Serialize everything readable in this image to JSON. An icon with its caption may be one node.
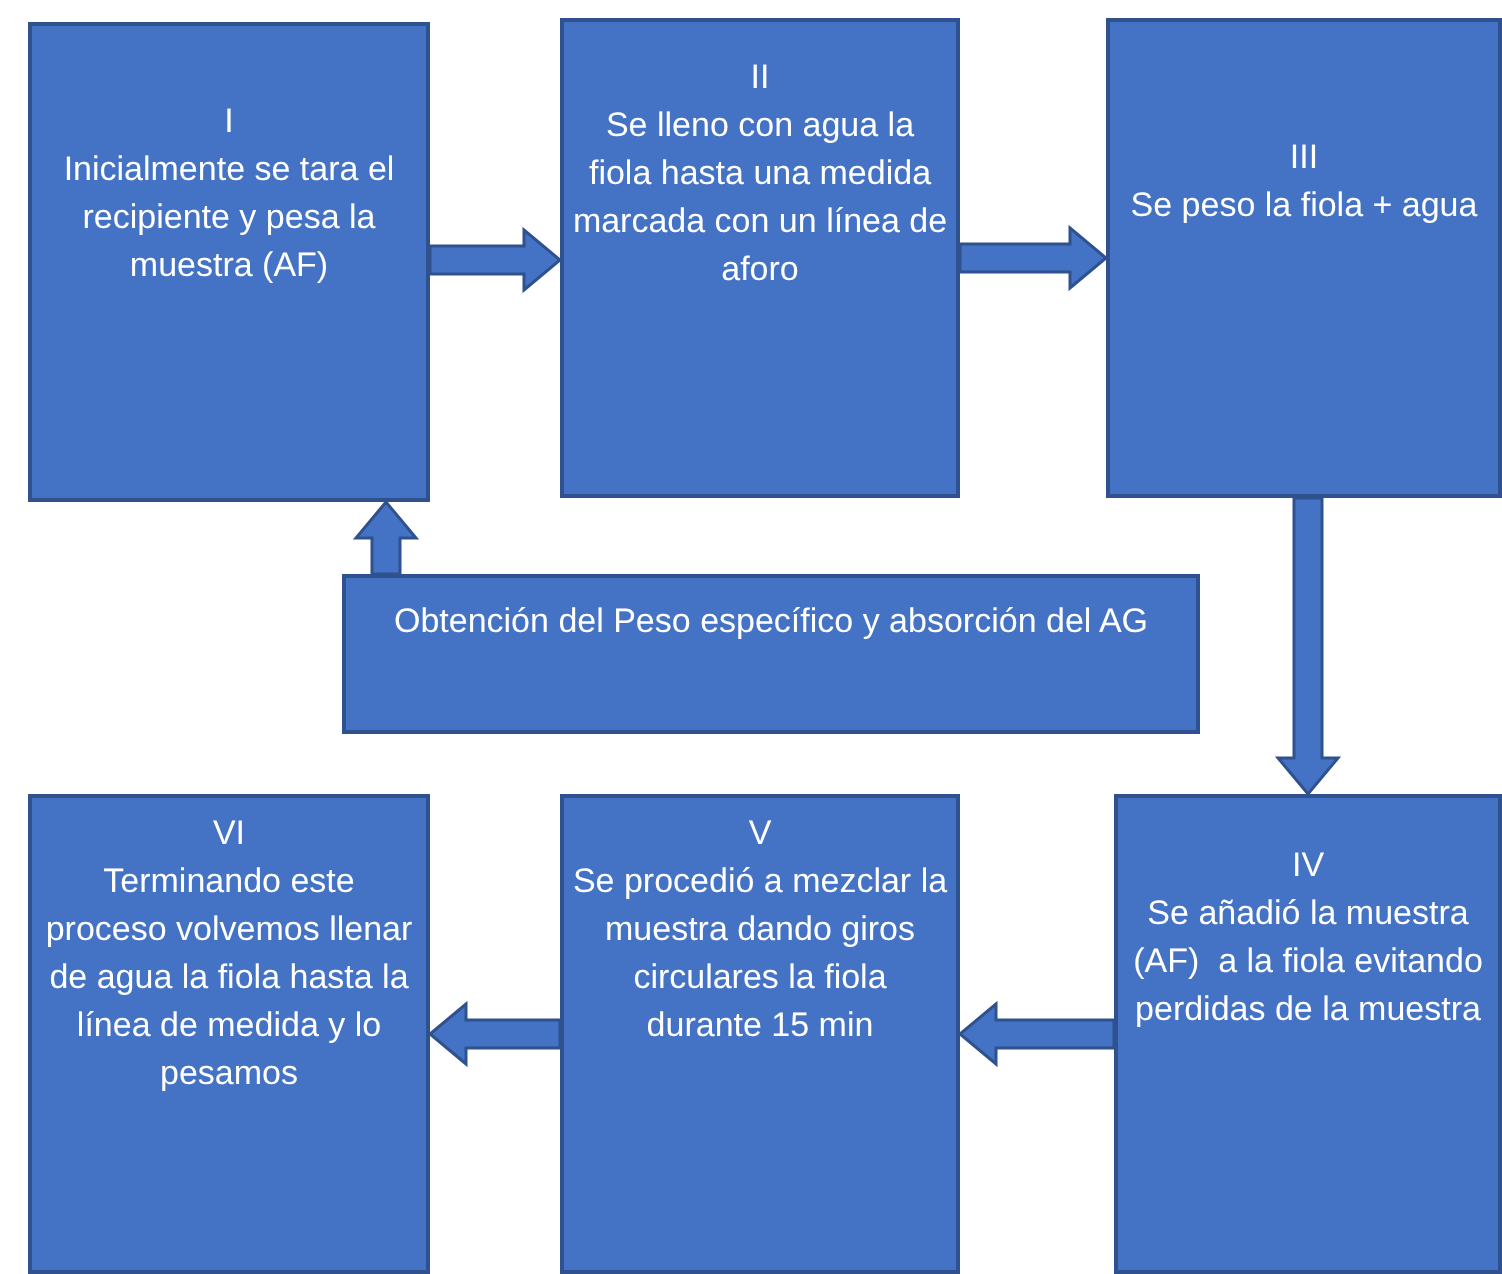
{
  "diagram": {
    "nodes": [
      {
        "text": [
          "I",
          "Inicialmente se tara el recipiente y pesa la muestra (AF)"
        ]
      },
      {
        "text": [
          "II",
          "Se lleno con agua la fiola hasta una medida marcada con un línea de aforo"
        ]
      },
      {
        "text": [
          "III",
          "Se peso la fiola + agua"
        ]
      },
      {
        "text": [
          "Obtención del Peso específico y absorción del AG"
        ]
      },
      {
        "text": [
          "VI",
          "Terminando este proceso volvemos llenar de agua la fiola hasta la línea de medida y lo pesamos"
        ]
      },
      {
        "text": [
          "V",
          "Se procedió a mezclar la muestra dando giros circulares la fiola durante 15 min"
        ]
      },
      {
        "text": [
          "IV",
          "Se añadió la muestra (AF)  a la fiola evitando perdidas de la muestra"
        ]
      }
    ],
    "edges": [
      {
        "from": 0,
        "to": 1,
        "arrow": "to"
      },
      {
        "from": 1,
        "to": 2,
        "arrow": "to"
      },
      {
        "from": 2,
        "to": 6,
        "arrow": "to"
      },
      {
        "from": 6,
        "to": 5,
        "arrow": "to"
      },
      {
        "from": 5,
        "to": 4,
        "arrow": "to"
      },
      {
        "from": 3,
        "to": 0,
        "arrow": "to"
      }
    ]
  }
}
